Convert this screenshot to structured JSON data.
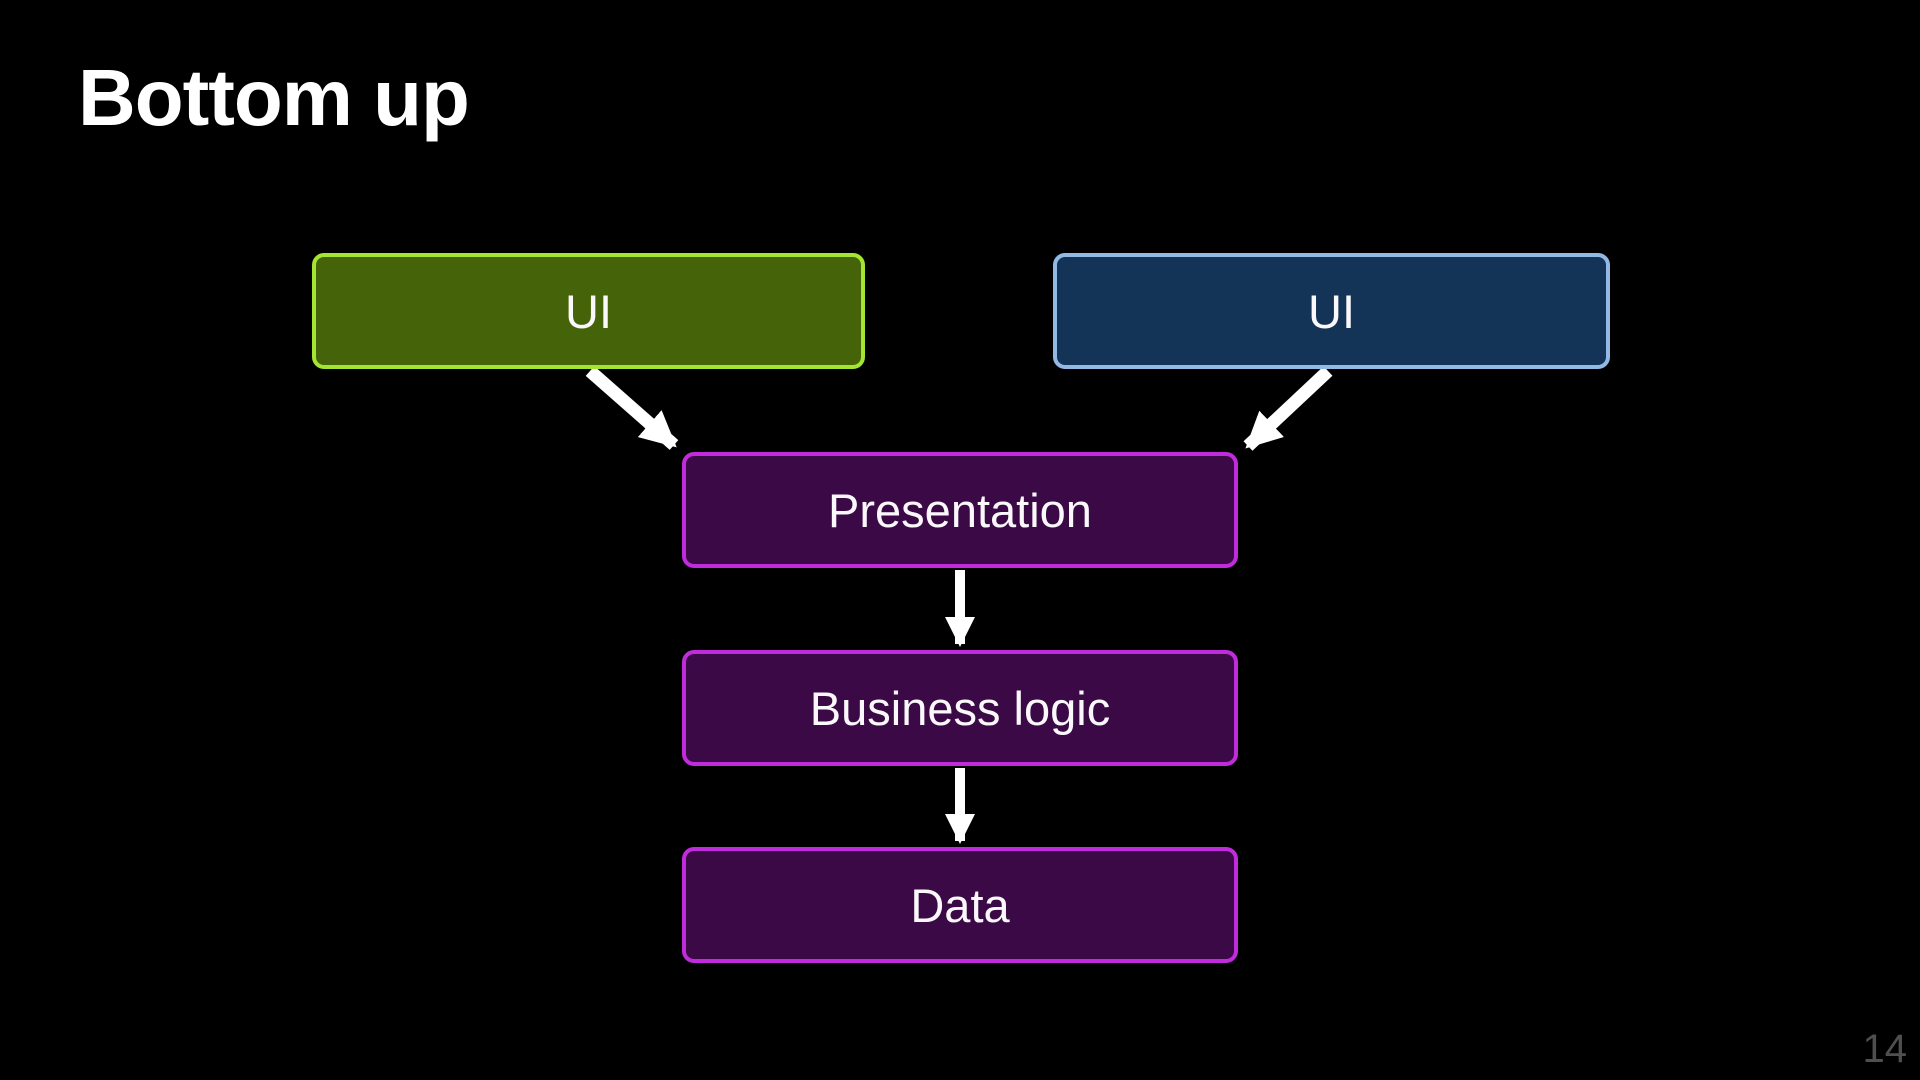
{
  "slide": {
    "title": "Bottom up",
    "page_number": "14",
    "background_color": "#000000",
    "title_color": "#FFFFFF",
    "page_number_color": "#4F4F4F"
  },
  "diagram": {
    "type": "layered-architecture-flow",
    "nodes": [
      {
        "id": "ui-left",
        "label": "UI",
        "fill_color": "#456308",
        "border_color": "#A3E532"
      },
      {
        "id": "ui-right",
        "label": "UI",
        "fill_color": "#143457",
        "border_color": "#92B9E4"
      },
      {
        "id": "presentation",
        "label": "Presentation",
        "fill_color": "#3C0947",
        "border_color": "#C02CDB"
      },
      {
        "id": "business-logic",
        "label": "Business logic",
        "fill_color": "#3C0947",
        "border_color": "#C02CDB"
      },
      {
        "id": "data",
        "label": "Data",
        "fill_color": "#3C0947",
        "border_color": "#C02CDB"
      }
    ],
    "edges": [
      {
        "from": "ui-left",
        "to": "presentation"
      },
      {
        "from": "ui-right",
        "to": "presentation"
      },
      {
        "from": "presentation",
        "to": "business-logic"
      },
      {
        "from": "business-logic",
        "to": "data"
      }
    ],
    "arrow_color": "#FFFFFF",
    "node_text_color": "#FAF8FB"
  }
}
